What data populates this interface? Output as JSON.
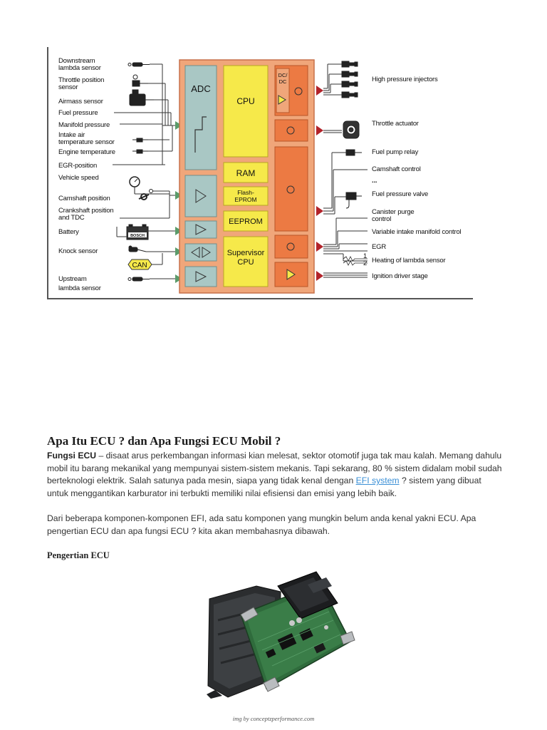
{
  "diagram": {
    "inputs": [
      [
        "Downstream",
        "lambda sensor"
      ],
      [
        "Throttle position",
        "sensor"
      ],
      [
        "Airmass sensor"
      ],
      [
        "Fuel pressure"
      ],
      [
        "Manifold pressure"
      ],
      [
        "Intake air",
        "temperature sensor"
      ],
      [
        "Engine temperature"
      ],
      [
        "EGR-position"
      ],
      [
        "Vehicle speed"
      ],
      [
        "Camshaft position"
      ],
      [
        "Crankshaft position",
        "and TDC"
      ],
      [
        "Battery"
      ],
      [
        "Knock sensor"
      ],
      [
        "Upstream",
        "lambda sensor"
      ]
    ],
    "battery_brand": "BOSCH",
    "can_label": "CAN",
    "blocks": {
      "adc": "ADC",
      "cpu": "CPU",
      "ram": "RAM",
      "flash": [
        "Flash-",
        "EPROM"
      ],
      "eeprom": "EEPROM",
      "supervisor": [
        "Supervisor",
        "CPU"
      ],
      "dcdc": [
        "DC/",
        "DC"
      ]
    },
    "outputs": {
      "injectors": "High pressure injectors",
      "throttle": "Throttle actuator",
      "fuel_pump": "Fuel pump relay",
      "camshaft": "Camshaft control",
      "dots": "...",
      "fuel_valve": "Fuel pressure valve",
      "canister": [
        "Canister purge",
        "control"
      ],
      "manifold": "Variable intake manifold control",
      "egr": "EGR",
      "lambda_num_1": "1",
      "lambda_num_2": "2",
      "lambda_heat": "Heating of lambda sensor",
      "ignition": "Ignition driver stage"
    }
  },
  "article": {
    "title": "Apa Itu ECU ? dan Apa Fungsi ECU Mobil ?",
    "p1_bold": "Fungsi ECU",
    "p1_text_a": " – disaat arus perkembangan informasi kian melesat, sektor otomotif juga tak mau kalah. Memang dahulu mobil itu barang mekanikal yang mempunyai sistem-sistem mekanis. Tapi sekarang, 80 % sistem didalam mobil sudah berteknologi elektrik. Salah satunya pada mesin, siapa yang tidak kenal dengan ",
    "p1_link": "EFI system",
    "p1_text_b": " ? sistem yang dibuat untuk menggantikan karburator ini terbukti memiliki nilai efisiensi dan emisi yang lebih baik.",
    "p2": "Dari beberapa komponen-komponen EFI, ada satu komponen yang mungkin belum anda kenal yakni ECU. Apa pengertian ECU dan apa fungsi ECU ? kita akan membahasnya dibawah.",
    "subhead": "Pengertian ECU",
    "caption": "img by conceptzperformance.com"
  },
  "colors": {
    "ecu_frame": "#f0a67a",
    "adc_block": "#a9c7c4",
    "memory_block": "#f6e94a",
    "driver_block": "#ec7a43",
    "arrow_green": "#5b9b6a",
    "arrow_red": "#b2232a",
    "link": "#3a8fd6"
  },
  "icons": [
    "lambda-sensor-icon",
    "throttle-sensor-icon",
    "airmass-sensor-icon",
    "temperature-sensor-icon",
    "speedometer-icon",
    "camshaft-sensor-icon",
    "battery-icon",
    "knock-sensor-icon",
    "injector-icon",
    "throttle-actuator-icon",
    "relay-icon",
    "valve-icon"
  ]
}
